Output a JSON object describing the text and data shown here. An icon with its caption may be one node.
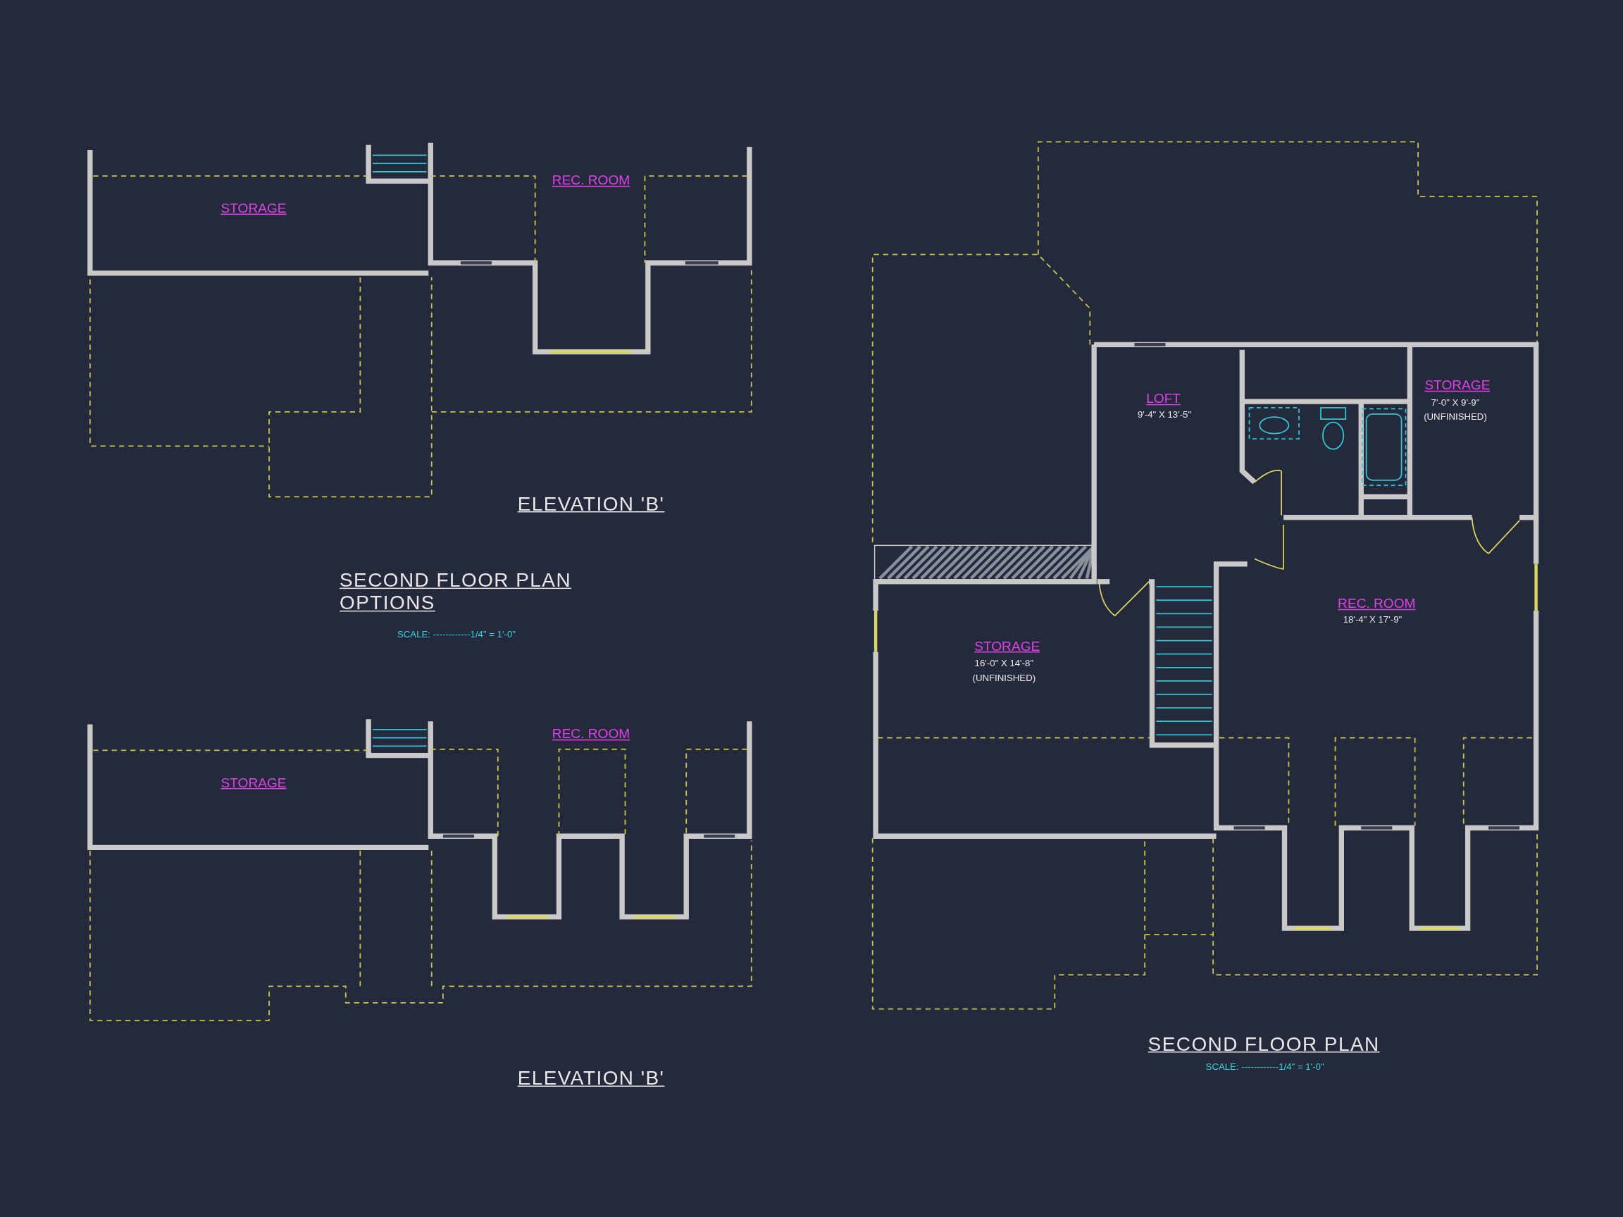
{
  "diagram": {
    "labels": [
      "STORAGE",
      "REC. ROOM",
      "LOFT",
      "9'-4\" X 13'-5\"",
      "STORAGE",
      "7'-0\" X 9'-9\"",
      "(UNFINISHED)",
      "ELEVATION 'B'",
      "SECOND FLOOR PLAN OPTIONS",
      "SCALE: ------------1/4\" = 1'-0\"",
      "REC. ROOM",
      "18'-4\" X 17'-9\"",
      "STORAGE",
      "16'-0\" X 14'-8\"",
      "(UNFINISHED)",
      "REC. ROOM",
      "STORAGE",
      "SECOND FLOOR PLAN",
      "SCALE: ------------1/4\" = 1'-0\"",
      "ELEVATION 'B'"
    ]
  }
}
